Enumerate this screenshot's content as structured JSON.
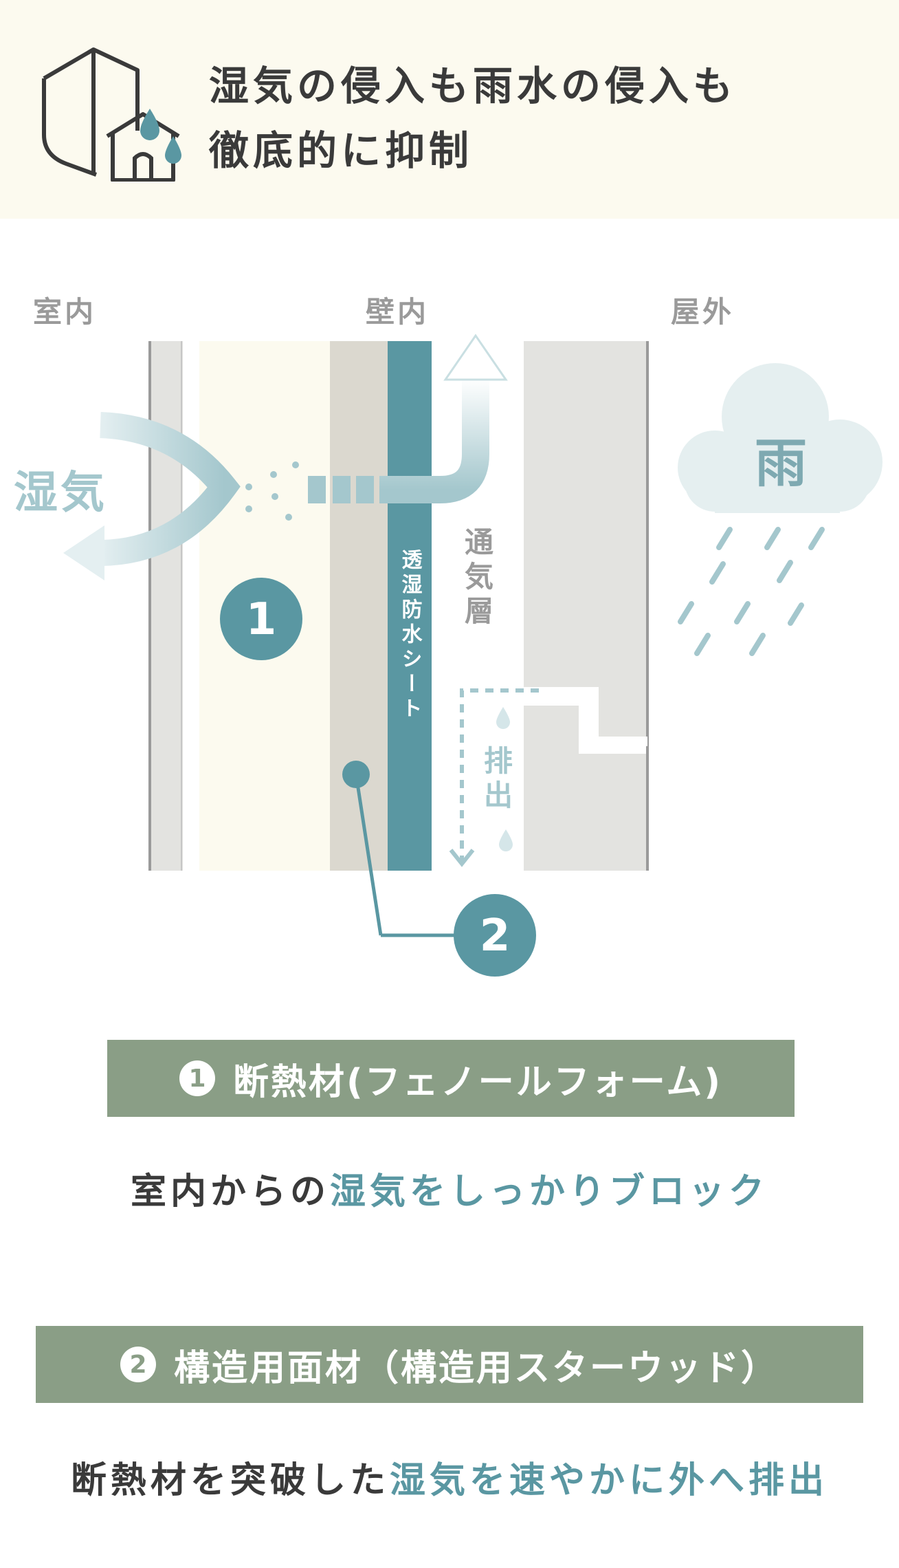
{
  "header": {
    "title_line1": "湿気の侵入も雨水の侵入も",
    "title_line2": "徹底的に抑制",
    "icon": "shield-house-raindrop-icon"
  },
  "diagram": {
    "zone_labels": {
      "indoor": "室内",
      "wall": "壁内",
      "outdoor": "屋外"
    },
    "moisture_label": "湿気",
    "rain_label": "雨",
    "sheet_label": "透湿防水シート",
    "vent_layer_label": "通気層",
    "drain_label": "排出",
    "marker_1": "1",
    "marker_2": "2",
    "colors": {
      "teal": "#5a97a2",
      "light_teal": "#a4c7cd",
      "insulation": "#fcfaef",
      "board": "#dbd8cf",
      "siding": "#e3e3e0",
      "cloud": "#e5eff0"
    }
  },
  "items": [
    {
      "number": "1",
      "label": "断熱材(フェノールフォーム)",
      "desc_plain": "室内からの",
      "desc_highlight": "湿気をしっかりブロック"
    },
    {
      "number": "2",
      "label": "構造用面材（構造用スターウッド）",
      "desc_plain": "断熱材を突破した",
      "desc_highlight": "湿気を速やかに外へ排出"
    }
  ]
}
